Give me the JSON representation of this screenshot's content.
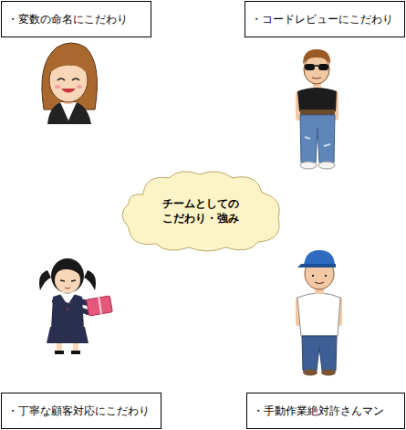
{
  "diagram": {
    "nodes": [
      {
        "text": [
          "・変数の命名にこだわり"
        ]
      },
      {
        "text": [
          "・コードレビューにこだわり"
        ]
      },
      {
        "text": [
          "チームとしての こだわり・強み"
        ]
      },
      {
        "text": [
          "・丁寧な顧客対応にこだわり"
        ]
      },
      {
        "text": [
          "・手動作業絶対許さんマン"
        ]
      }
    ]
  }
}
